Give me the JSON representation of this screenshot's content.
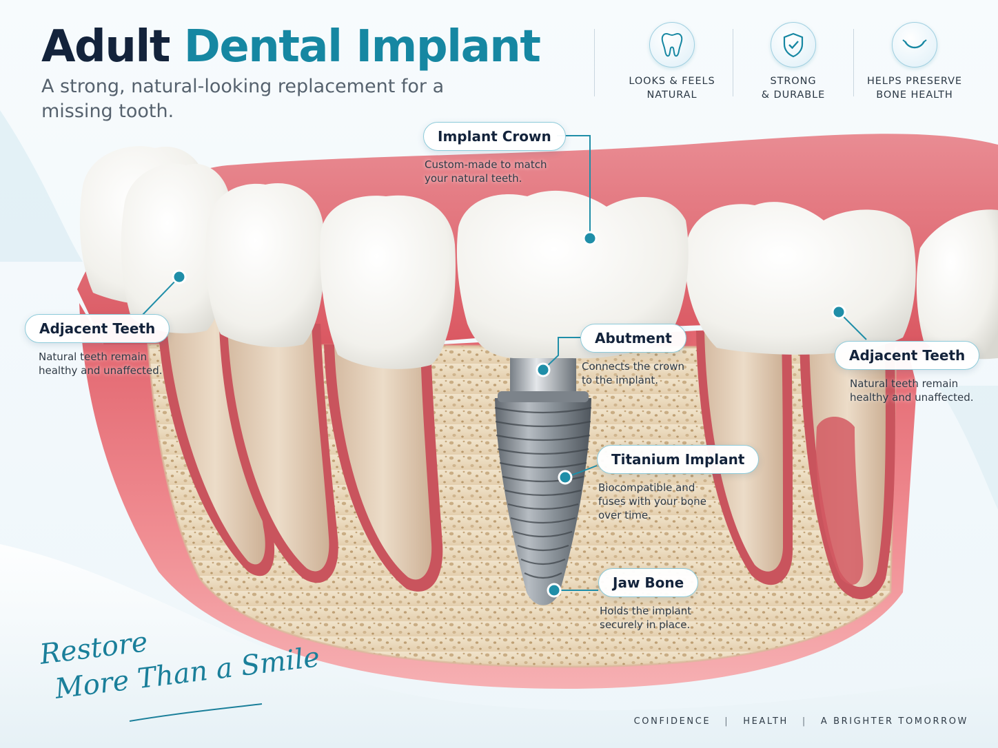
{
  "header": {
    "title_dark": "Adult",
    "title_accent": "Dental Implant",
    "subtitle": "A strong, natural-looking replacement for a missing tooth."
  },
  "features": [
    {
      "icon": "tooth-icon",
      "label": "LOOKS & FEELS\nNATURAL"
    },
    {
      "icon": "shield-check-icon",
      "label": "STRONG\n& DURABLE"
    },
    {
      "icon": "smile-icon",
      "label": "HELPS PRESERVE\nBONE HEALTH"
    }
  ],
  "callouts": {
    "implant_crown": {
      "title": "Implant Crown",
      "desc": "Custom-made to match\nyour natural teeth."
    },
    "abutment": {
      "title": "Abutment",
      "desc": "Connects the crown\nto the implant."
    },
    "titanium_implant": {
      "title": "Titanium Implant",
      "desc": "Biocompatible and\nfuses with your bone\nover time."
    },
    "jaw_bone": {
      "title": "Jaw Bone",
      "desc": "Holds the implant\nsecurely in place."
    },
    "adjacent_left": {
      "title": "Adjacent Teeth",
      "desc": "Natural teeth remain\nhealthy and unaffected."
    },
    "adjacent_right": {
      "title": "Adjacent Teeth",
      "desc": "Natural teeth remain\nhealthy and unaffected."
    }
  },
  "tagline": {
    "line1": "Restore",
    "line2": "More Than a Smile"
  },
  "footer": {
    "items": [
      "CONFIDENCE",
      "HEALTH",
      "A BRIGHTER TOMORROW"
    ]
  },
  "colors": {
    "accent": "#1687a2",
    "title_dark": "#13233b",
    "gum": "#e46c74",
    "bone": "#ead9bd",
    "enamel": "#f8f7f3",
    "titanium": "#8d959d"
  }
}
